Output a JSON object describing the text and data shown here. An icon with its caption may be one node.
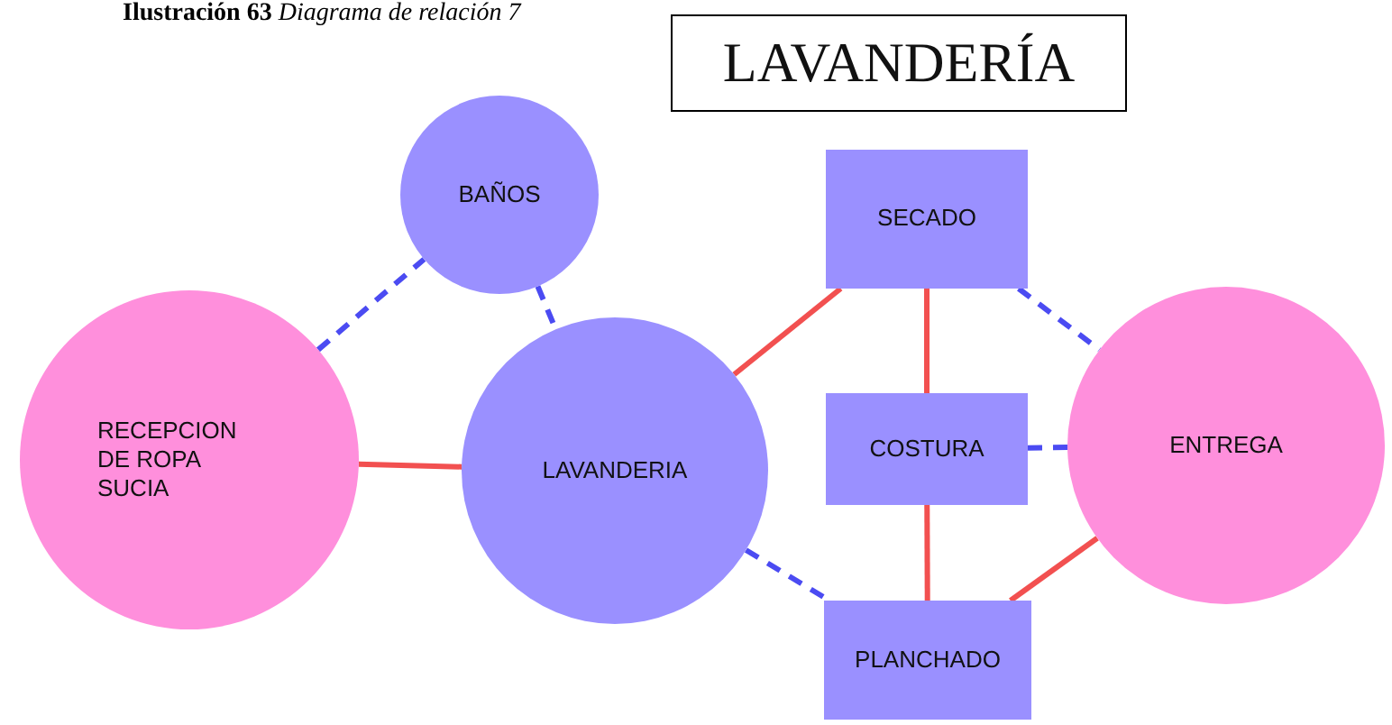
{
  "diagram": {
    "title": "LAVANDERÍA",
    "caption": "**Ilustración 63** *Diagrama de relación 7*",
    "nodes": [
      {
        "text": [
          "BAÑOS"
        ]
      },
      {
        "text": [
          "RECEPCION DE ROPA SUCIA"
        ]
      },
      {
        "text": [
          "LAVANDERIA"
        ]
      },
      {
        "text": [
          "SECADO"
        ]
      },
      {
        "text": [
          "COSTURA"
        ]
      },
      {
        "text": [
          "PLANCHADO"
        ]
      },
      {
        "text": [
          "ENTREGA"
        ]
      }
    ],
    "edges": [
      {
        "from": 1,
        "to": 0,
        "arrow": "none",
        "style": "dashed",
        "color": "#4b4bf2"
      },
      {
        "from": 0,
        "to": 2,
        "arrow": "none",
        "style": "dashed",
        "color": "#4b4bf2"
      },
      {
        "from": 1,
        "to": 2,
        "arrow": "none",
        "color": "#f25050"
      },
      {
        "from": 2,
        "to": 3,
        "arrow": "none",
        "color": "#f25050"
      },
      {
        "from": 2,
        "to": 5,
        "arrow": "none",
        "style": "dashed",
        "color": "#4b4bf2"
      },
      {
        "from": 3,
        "to": 4,
        "arrow": "none",
        "color": "#f25050"
      },
      {
        "from": 4,
        "to": 5,
        "arrow": "none",
        "color": "#f25050"
      },
      {
        "from": 3,
        "to": 6,
        "arrow": "none",
        "style": "dashed",
        "color": "#4b4bf2"
      },
      {
        "from": 4,
        "to": 6,
        "arrow": "none",
        "style": "dashed",
        "color": "#4b4bf2"
      },
      {
        "from": 5,
        "to": 6,
        "arrow": "none",
        "color": "#f25050"
      }
    ]
  }
}
